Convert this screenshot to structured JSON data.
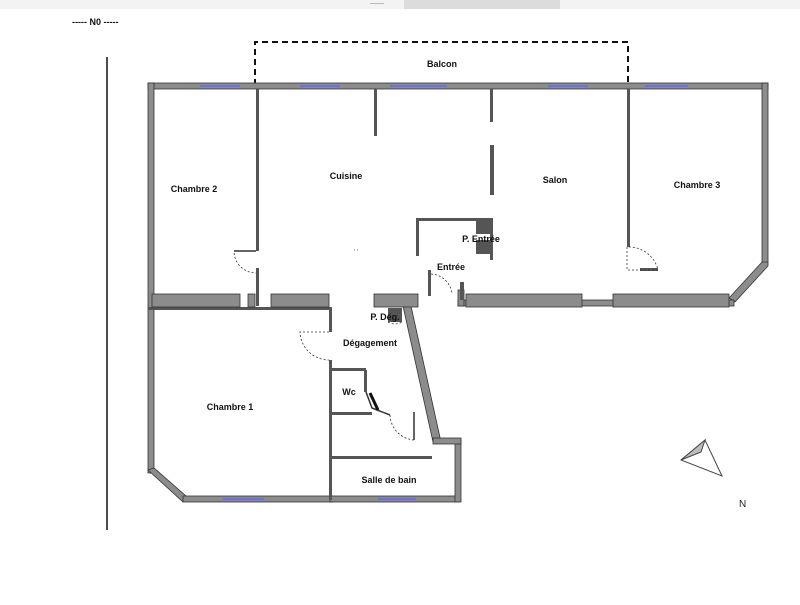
{
  "level_label": "-----  N0  -----",
  "rooms": {
    "balcon": "Balcon",
    "chambre2": "Chambre 2",
    "cuisine": "Cuisine",
    "salon": "Salon",
    "chambre3": "Chambre 3",
    "p_entree": "P. Entrée",
    "entree": "Entrée",
    "p_deg": "P. Dég.",
    "degagement": "Dégagement",
    "wc": "Wc",
    "chambre1": "Chambre 1",
    "salle_de_bain": "Salle de bain"
  },
  "compass": {
    "label": "N"
  },
  "colors": {
    "wall": "#8c8c8c",
    "wall_edge": "#333333",
    "window": "#6d6df0",
    "line": "#111111"
  }
}
